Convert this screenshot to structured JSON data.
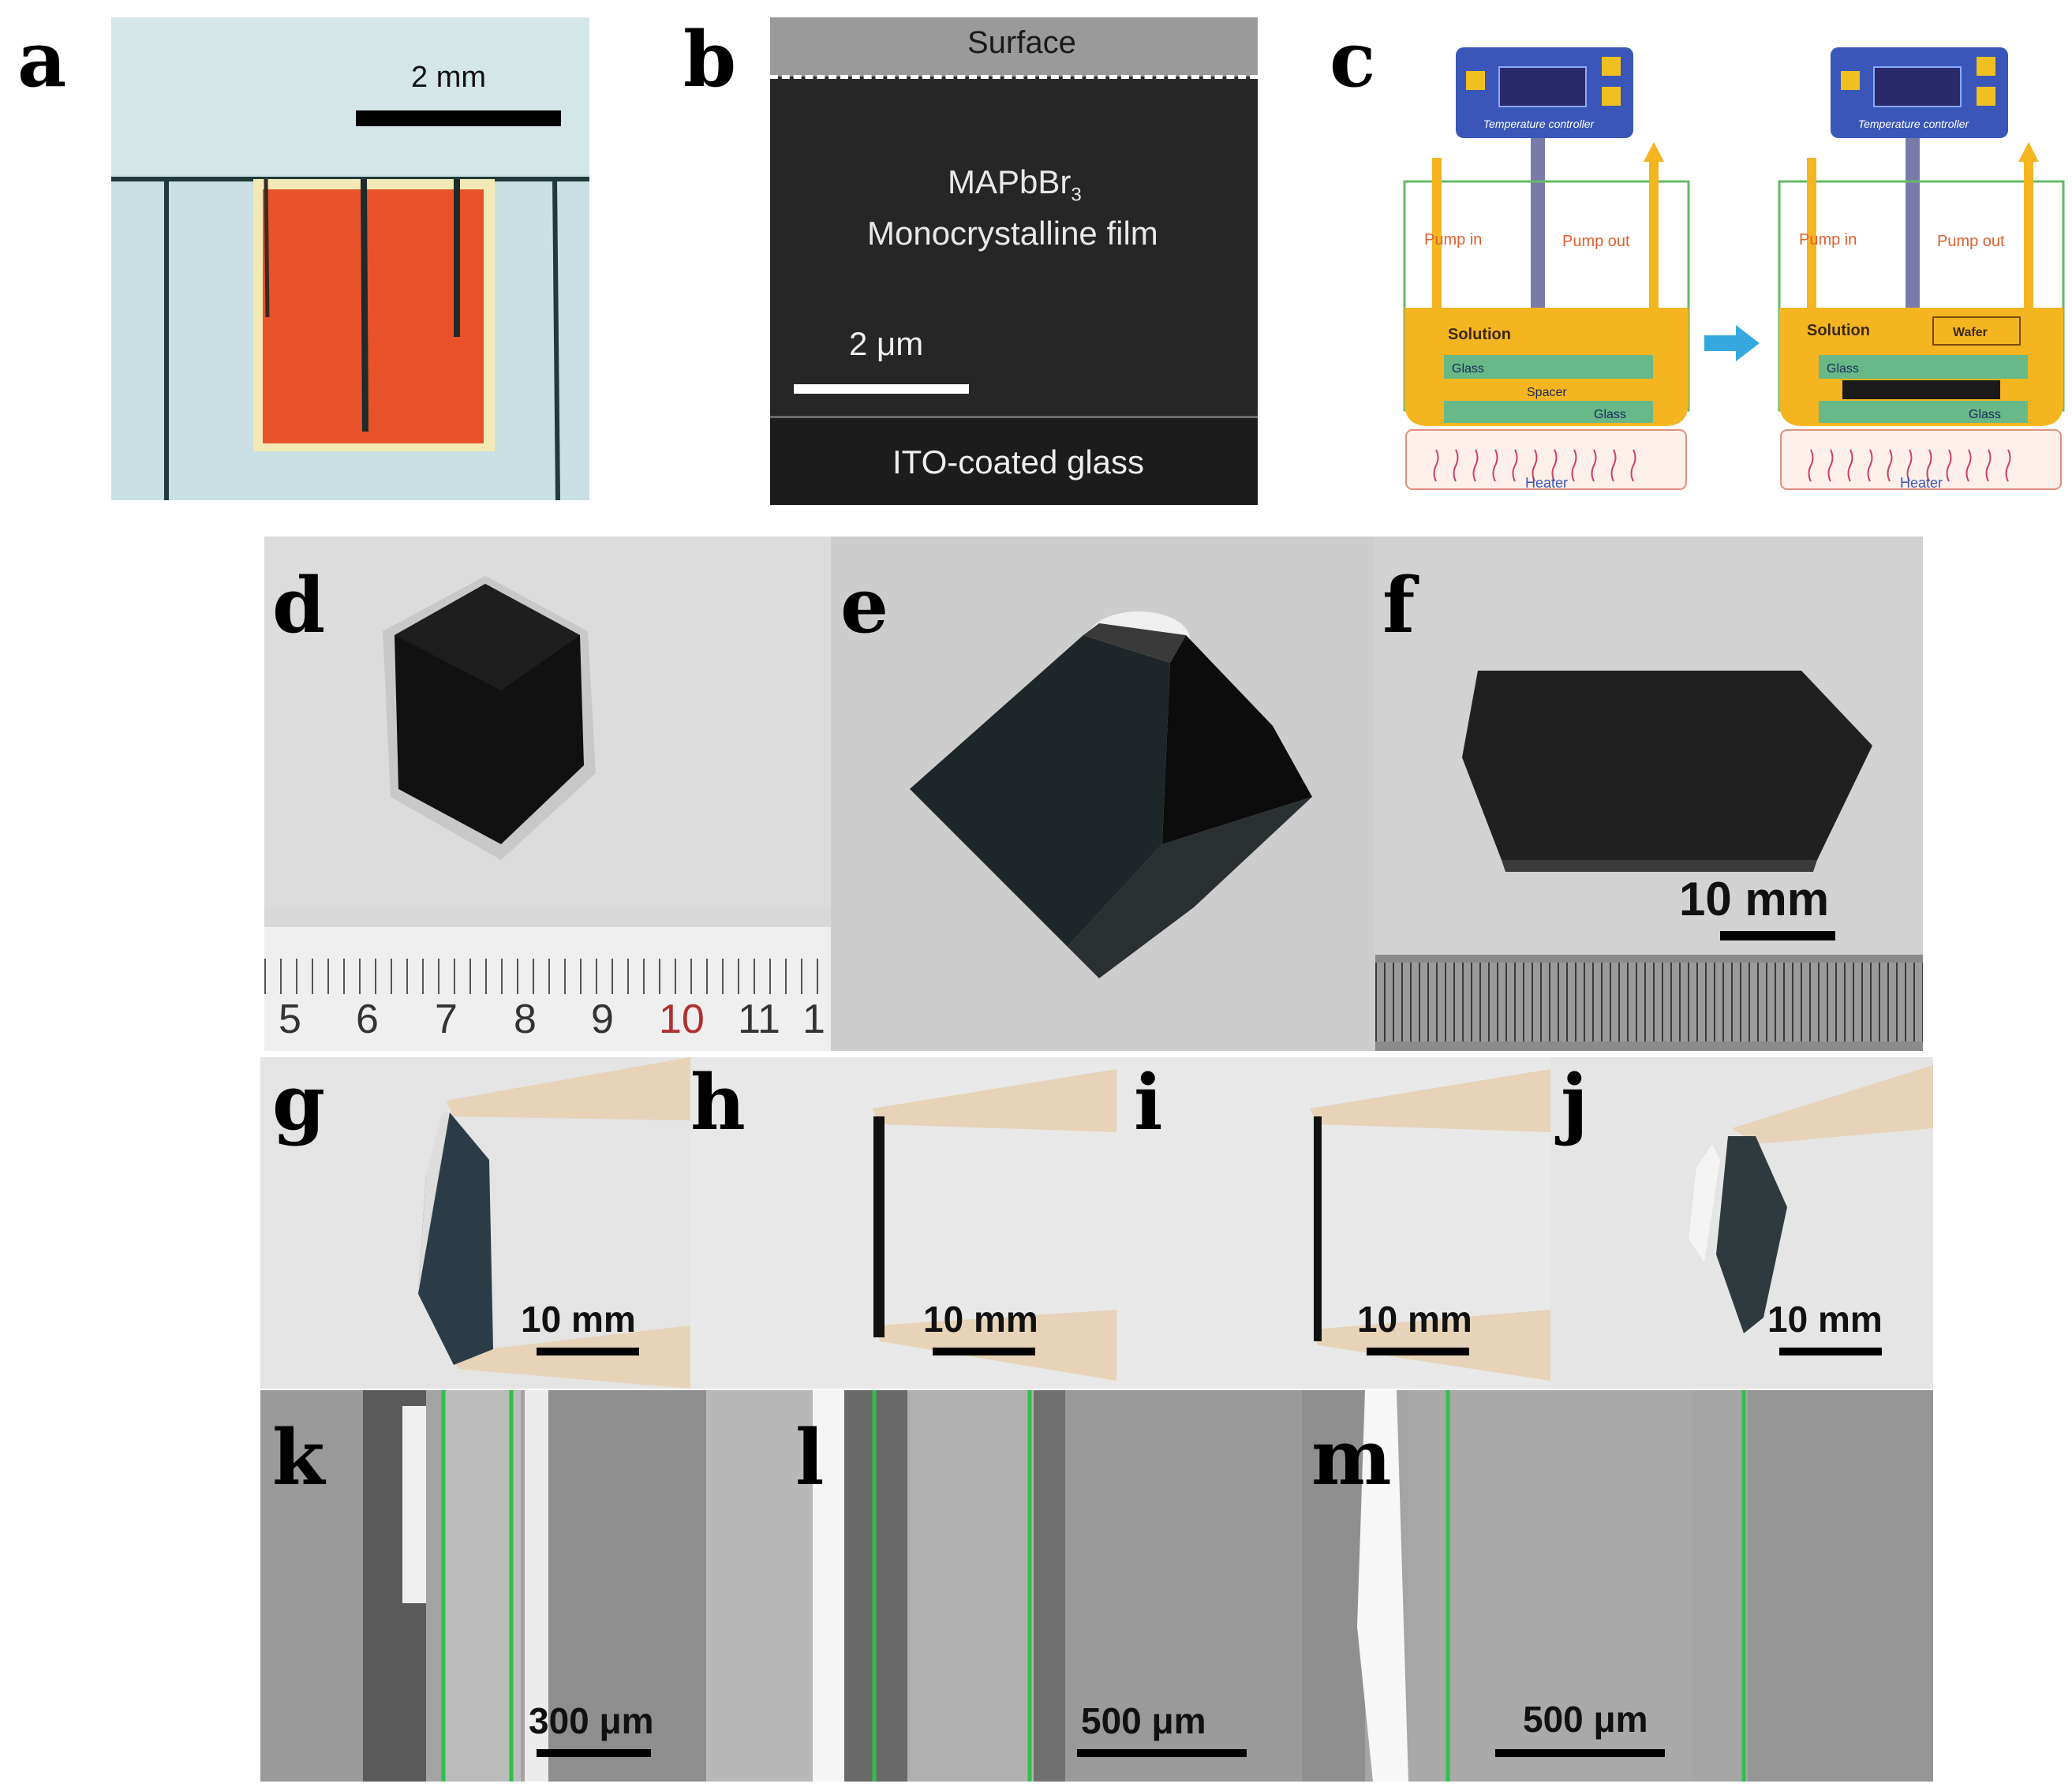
{
  "panel_labels": {
    "a": "a",
    "b": "b",
    "c": "c",
    "d": "d",
    "e": "e",
    "f": "f",
    "g": "g",
    "h": "h",
    "i": "i",
    "j": "j",
    "k": "k",
    "l": "l",
    "m": "m"
  },
  "panel_a": {
    "scale": "2 mm"
  },
  "panel_b": {
    "surface": "Surface",
    "film_line1": "MAPbBr",
    "film_sub": "3",
    "film_line2": "Monocrystalline film",
    "scale": "2 μm",
    "substrate": "ITO-coated glass"
  },
  "panel_c": {
    "controller": "Temperature controller",
    "pump_in": "Pump in",
    "pump_out": "Pump out",
    "solution": "Solution",
    "glass": "Glass",
    "spacer": "Spacer",
    "wafer": "Wafer",
    "heater": "Heater"
  },
  "panel_d": {
    "ruler": [
      "5",
      "6",
      "7",
      "8",
      "9",
      "10",
      "11",
      "1"
    ]
  },
  "panel_f": {
    "scale": "10 mm"
  },
  "panel_g": {
    "scale": "10 mm"
  },
  "panel_h": {
    "scale": "10 mm"
  },
  "panel_i": {
    "scale": "10 mm"
  },
  "panel_j": {
    "scale": "10 mm"
  },
  "panel_k": {
    "scale": "300 μm"
  },
  "panel_l": {
    "scale": "500 μm"
  },
  "panel_m": {
    "scale": "500 μm"
  },
  "colors": {
    "crystal_orange": "#e8532a",
    "sem_green": "#2fbf4a",
    "solution_yellow": "#f4b520",
    "arrow_blue": "#35a8e0",
    "controller_blue": "#3a56b8"
  }
}
